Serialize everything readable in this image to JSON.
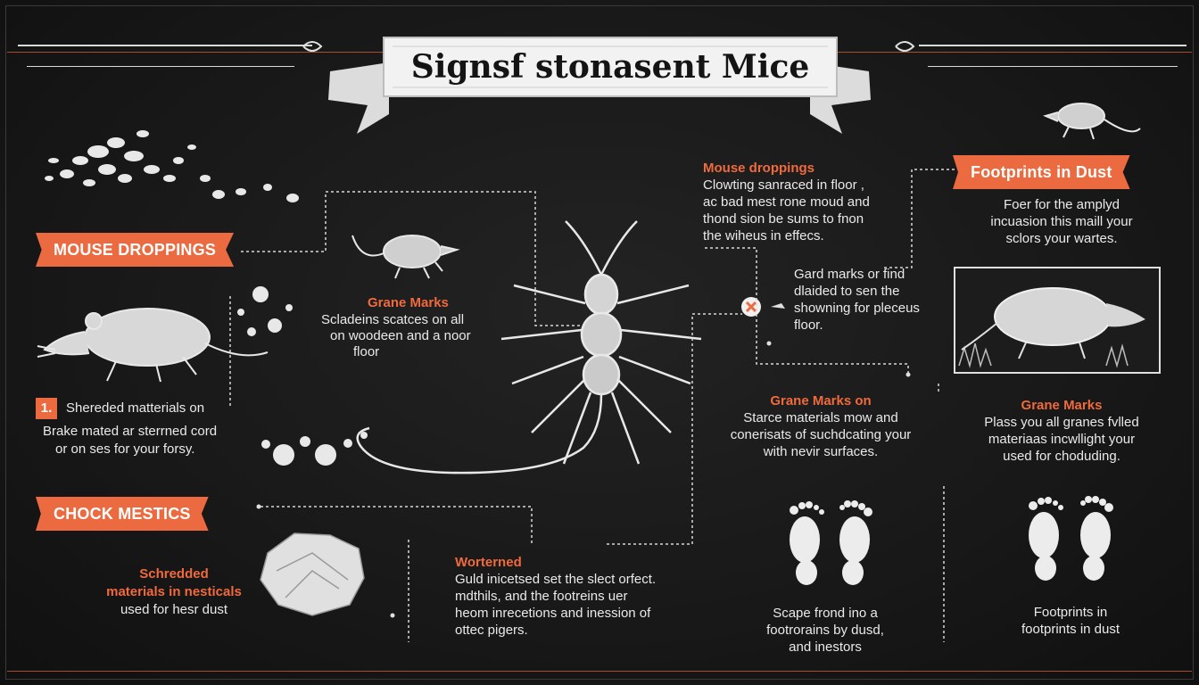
{
  "title": "Signsf stonasent Mice",
  "tags": {
    "droppings": "MOUSE DROPPINGS",
    "chock": "CHOCK MESTICS",
    "footprints": "Footprints in Dust"
  },
  "badge_number": "1.",
  "blocks": {
    "shredded": {
      "line1": "Shereded matterials on",
      "line2": "Brake mated ar sterrned cord",
      "line3": "or on ses for your forsy."
    },
    "left_bottom": {
      "heading1": "Schredded",
      "heading2": "materials in nesticals",
      "body": "used for hesr dust"
    },
    "grane_left": {
      "heading": "Grane Marks",
      "line1": "Scladeins scatces on all",
      "line2": "on woodeen and a noor",
      "line3": "floor"
    },
    "wortented": {
      "heading": "Worterned",
      "line1": "Guld inicetsed set the slect orfect.",
      "line2": "mdthils, and the footreins uer",
      "line3": "heom inrecetions and inession of",
      "line4": "ottec pigers."
    },
    "mouse_droppings_right": {
      "heading": "Mouse droppings",
      "line1": "Clowting sanraced in floor ,",
      "line2": "ac bad mest rone moud and",
      "line3": "thond sion be sums to fnon",
      "line4": "the wiheus in effecs."
    },
    "gard": {
      "line1": "Gard marks or find",
      "line2": "dlaided to sen the",
      "line3": "showning for pleceus",
      "line4": "floor."
    },
    "grane_on": {
      "heading": "Grane Marks on",
      "line1": "Starce materials mow and",
      "line2": "conerisats of suchdcating your",
      "line3": "with nevir surfaces."
    },
    "footprints_dust": {
      "line1": "Foer for the amplyd",
      "line2": "incuasion this maill your",
      "line3": "sclors your wartes."
    },
    "grane_right": {
      "heading": "Grane Marks",
      "line1": "Plass you all granes fvlled",
      "line2": "materiaas incwllight your",
      "line3": "used for choduding."
    },
    "scape": {
      "line1": "Scape frond ino a",
      "line2": "footrorains by dusd,",
      "line3": "and inestors"
    },
    "footprints_bottom": {
      "line1": "Footprints in",
      "line2": "footprints in dust"
    }
  },
  "colors": {
    "accent": "#ec6a40",
    "background": "#181818",
    "ink": "#eaeaea"
  },
  "icons": [
    "droppings-cluster-icon",
    "mouse-running-icon",
    "rat-icon",
    "centipede-icon",
    "paper-ball-icon",
    "footprints-icon",
    "x-mark-icon",
    "rat-framed-icon"
  ]
}
